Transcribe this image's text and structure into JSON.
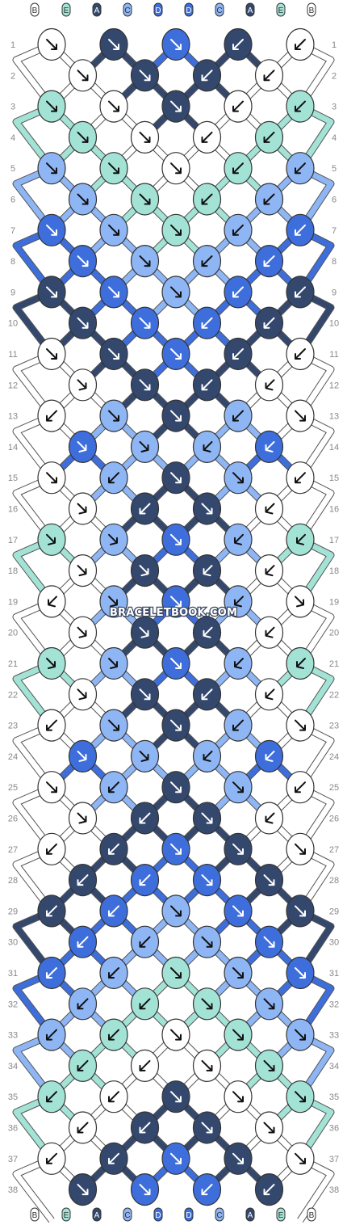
{
  "watermark": "BRACELETBOOK.COM",
  "strings_top": [
    "B",
    "E",
    "A",
    "C",
    "D",
    "D",
    "C",
    "A",
    "E",
    "B"
  ],
  "strings_bottom": [
    "B",
    "E",
    "A",
    "C",
    "D",
    "D",
    "C",
    "A",
    "E",
    "B"
  ],
  "colors": {
    "B": "#ffffff",
    "E": "#a3e3d6",
    "A": "#34486e",
    "C": "#8fb6f4",
    "D": "#3d6edb"
  },
  "row_numbers": [
    1,
    2,
    3,
    4,
    5,
    6,
    7,
    8,
    9,
    10,
    11,
    12,
    13,
    14,
    15,
    16,
    17,
    18,
    19,
    20,
    21,
    22,
    23,
    24,
    25,
    26,
    27,
    28,
    29,
    30,
    31,
    32,
    33,
    34,
    35,
    36,
    37,
    38
  ],
  "knot_grid_note": "",
  "rows": [
    {
      "knots": [
        [
          "B",
          "r"
        ],
        [
          "A",
          "r"
        ],
        [
          "D",
          "r"
        ],
        [
          "A",
          "l"
        ],
        [
          "B",
          "l"
        ]
      ]
    },
    {
      "knots": [
        [
          "B",
          "r"
        ],
        [
          "A",
          "r"
        ],
        [
          "A",
          "l"
        ],
        [
          "B",
          "l"
        ]
      ]
    },
    {
      "knots": [
        [
          "E",
          "r"
        ],
        [
          "B",
          "r"
        ],
        [
          "A",
          "r"
        ],
        [
          "B",
          "l"
        ],
        [
          "E",
          "l"
        ]
      ]
    },
    {
      "knots": [
        [
          "E",
          "r"
        ],
        [
          "B",
          "r"
        ],
        [
          "B",
          "l"
        ],
        [
          "E",
          "l"
        ]
      ]
    },
    {
      "knots": [
        [
          "C",
          "r"
        ],
        [
          "E",
          "r"
        ],
        [
          "B",
          "r"
        ],
        [
          "E",
          "l"
        ],
        [
          "C",
          "l"
        ]
      ]
    },
    {
      "knots": [
        [
          "C",
          "r"
        ],
        [
          "E",
          "r"
        ],
        [
          "E",
          "l"
        ],
        [
          "C",
          "l"
        ]
      ]
    },
    {
      "knots": [
        [
          "D",
          "r"
        ],
        [
          "C",
          "r"
        ],
        [
          "E",
          "r"
        ],
        [
          "C",
          "l"
        ],
        [
          "D",
          "l"
        ]
      ]
    },
    {
      "knots": [
        [
          "D",
          "r"
        ],
        [
          "C",
          "r"
        ],
        [
          "C",
          "l"
        ],
        [
          "D",
          "l"
        ]
      ]
    },
    {
      "knots": [
        [
          "A",
          "r"
        ],
        [
          "D",
          "r"
        ],
        [
          "C",
          "r"
        ],
        [
          "D",
          "l"
        ],
        [
          "A",
          "l"
        ]
      ]
    },
    {
      "knots": [
        [
          "A",
          "r"
        ],
        [
          "D",
          "r"
        ],
        [
          "D",
          "l"
        ],
        [
          "A",
          "l"
        ]
      ]
    },
    {
      "knots": [
        [
          "B",
          "r"
        ],
        [
          "A",
          "r"
        ],
        [
          "D",
          "r"
        ],
        [
          "A",
          "l"
        ],
        [
          "B",
          "l"
        ]
      ]
    },
    {
      "knots": [
        [
          "B",
          "rl"
        ],
        [
          "A",
          "r"
        ],
        [
          "A",
          "l"
        ],
        [
          "B",
          "lr"
        ]
      ]
    },
    {
      "knots": [
        [
          "B",
          "l"
        ],
        [
          "C",
          "r"
        ],
        [
          "A",
          "r"
        ],
        [
          "C",
          "l"
        ],
        [
          "B",
          "r"
        ]
      ]
    },
    {
      "knots": [
        [
          "D",
          "rl"
        ],
        [
          "C",
          "rl"
        ],
        [
          "C",
          "lr"
        ],
        [
          "D",
          "lr"
        ]
      ]
    },
    {
      "knots": [
        [
          "B",
          "r"
        ],
        [
          "C",
          "l"
        ],
        [
          "A",
          "r"
        ],
        [
          "C",
          "r"
        ],
        [
          "B",
          "l"
        ]
      ]
    },
    {
      "knots": [
        [
          "B",
          "rl"
        ],
        [
          "A",
          "l"
        ],
        [
          "A",
          "r"
        ],
        [
          "B",
          "lr"
        ]
      ]
    },
    {
      "knots": [
        [
          "E",
          "rl"
        ],
        [
          "C",
          "rl"
        ],
        [
          "D",
          "r"
        ],
        [
          "C",
          "lr"
        ],
        [
          "E",
          "lr"
        ]
      ]
    },
    {
      "knots": [
        [
          "B",
          "rl"
        ],
        [
          "A",
          "rl"
        ],
        [
          "A",
          "lr"
        ],
        [
          "B",
          "lr"
        ]
      ]
    },
    {
      "knots": [
        [
          "B",
          "lr"
        ],
        [
          "C",
          "rl"
        ],
        [
          "D",
          "r"
        ],
        [
          "C",
          "lr"
        ],
        [
          "B",
          "rl"
        ]
      ]
    },
    {
      "knots": [
        [
          "B",
          "rl"
        ],
        [
          "A",
          "rl"
        ],
        [
          "A",
          "lr"
        ],
        [
          "B",
          "lr"
        ]
      ]
    },
    {
      "knots": [
        [
          "E",
          "rl"
        ],
        [
          "C",
          "rl"
        ],
        [
          "D",
          "r"
        ],
        [
          "C",
          "lr"
        ],
        [
          "E",
          "lr"
        ]
      ]
    },
    {
      "knots": [
        [
          "B",
          "rl"
        ],
        [
          "A",
          "r"
        ],
        [
          "A",
          "l"
        ],
        [
          "B",
          "lr"
        ]
      ]
    },
    {
      "knots": [
        [
          "B",
          "l"
        ],
        [
          "C",
          "r"
        ],
        [
          "A",
          "r"
        ],
        [
          "C",
          "l"
        ],
        [
          "B",
          "r"
        ]
      ]
    },
    {
      "knots": [
        [
          "D",
          "rl"
        ],
        [
          "C",
          "rl"
        ],
        [
          "C",
          "lr"
        ],
        [
          "D",
          "lr"
        ]
      ]
    },
    {
      "knots": [
        [
          "B",
          "r"
        ],
        [
          "C",
          "l"
        ],
        [
          "A",
          "r"
        ],
        [
          "C",
          "r"
        ],
        [
          "B",
          "l"
        ]
      ]
    },
    {
      "knots": [
        [
          "B",
          "rl"
        ],
        [
          "A",
          "l"
        ],
        [
          "A",
          "r"
        ],
        [
          "B",
          "lr"
        ]
      ]
    },
    {
      "knots": [
        [
          "B",
          "l"
        ],
        [
          "A",
          "l"
        ],
        [
          "D",
          "r"
        ],
        [
          "A",
          "r"
        ],
        [
          "B",
          "r"
        ]
      ]
    },
    {
      "knots": [
        [
          "A",
          "l"
        ],
        [
          "D",
          "l"
        ],
        [
          "D",
          "r"
        ],
        [
          "A",
          "r"
        ]
      ]
    },
    {
      "knots": [
        [
          "A",
          "l"
        ],
        [
          "D",
          "l"
        ],
        [
          "C",
          "r"
        ],
        [
          "D",
          "r"
        ],
        [
          "A",
          "r"
        ]
      ]
    },
    {
      "knots": [
        [
          "D",
          "l"
        ],
        [
          "C",
          "l"
        ],
        [
          "C",
          "r"
        ],
        [
          "D",
          "r"
        ]
      ]
    },
    {
      "knots": [
        [
          "D",
          "l"
        ],
        [
          "C",
          "l"
        ],
        [
          "E",
          "r"
        ],
        [
          "C",
          "r"
        ],
        [
          "D",
          "r"
        ]
      ]
    },
    {
      "knots": [
        [
          "C",
          "l"
        ],
        [
          "E",
          "l"
        ],
        [
          "E",
          "r"
        ],
        [
          "C",
          "r"
        ]
      ]
    },
    {
      "knots": [
        [
          "C",
          "l"
        ],
        [
          "E",
          "l"
        ],
        [
          "B",
          "r"
        ],
        [
          "E",
          "r"
        ],
        [
          "C",
          "r"
        ]
      ]
    },
    {
      "knots": [
        [
          "E",
          "l"
        ],
        [
          "B",
          "l"
        ],
        [
          "B",
          "r"
        ],
        [
          "E",
          "r"
        ]
      ]
    },
    {
      "knots": [
        [
          "E",
          "l"
        ],
        [
          "B",
          "l"
        ],
        [
          "A",
          "r"
        ],
        [
          "B",
          "r"
        ],
        [
          "E",
          "r"
        ]
      ]
    },
    {
      "knots": [
        [
          "B",
          "l"
        ],
        [
          "A",
          "l"
        ],
        [
          "A",
          "r"
        ],
        [
          "B",
          "r"
        ]
      ]
    },
    {
      "knots": [
        [
          "B",
          "l"
        ],
        [
          "A",
          "l"
        ],
        [
          "D",
          "r"
        ],
        [
          "A",
          "r"
        ],
        [
          "B",
          "r"
        ]
      ]
    },
    {
      "knots": [
        [
          "A",
          "r"
        ],
        [
          "D",
          "r"
        ],
        [
          "D",
          "l"
        ],
        [
          "A",
          "l"
        ]
      ]
    }
  ]
}
